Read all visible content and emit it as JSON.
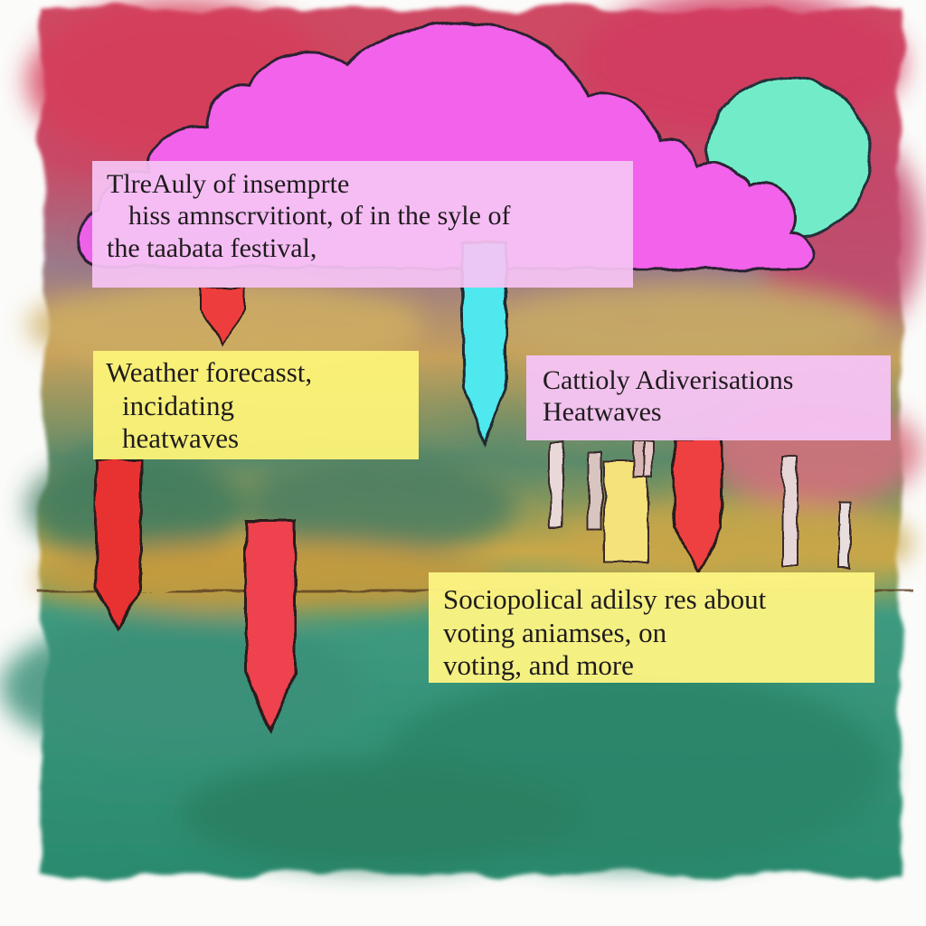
{
  "labels": {
    "festival": {
      "line1": "TlreAuly of insemprte",
      "line2": "hiss amnscrvitiont, of in the syle of",
      "line3": "the taabata festival,"
    },
    "weather": {
      "line1": "Weather forecasst,",
      "line2": "incidating",
      "line3": "heatwaves"
    },
    "advert": {
      "line1": "Cattioly Adiverisations",
      "line2": "Heatwaves"
    },
    "socio": {
      "line1": "Sociopolical adilsy res about",
      "line2": "voting aniamses,  on",
      "line3": "voting, and more"
    }
  },
  "colors": {
    "cloud": "#f560ea",
    "sun": "#72ecc8",
    "sky_top": "#c8375c",
    "sky_mid": "#8a7c8e",
    "ground": "#2f8e6e",
    "arrow_red": "#ef3a3a",
    "arrow_cyan": "#52eaee",
    "label_pink": "#f6c4f4",
    "label_yellow": "#fcf378"
  }
}
